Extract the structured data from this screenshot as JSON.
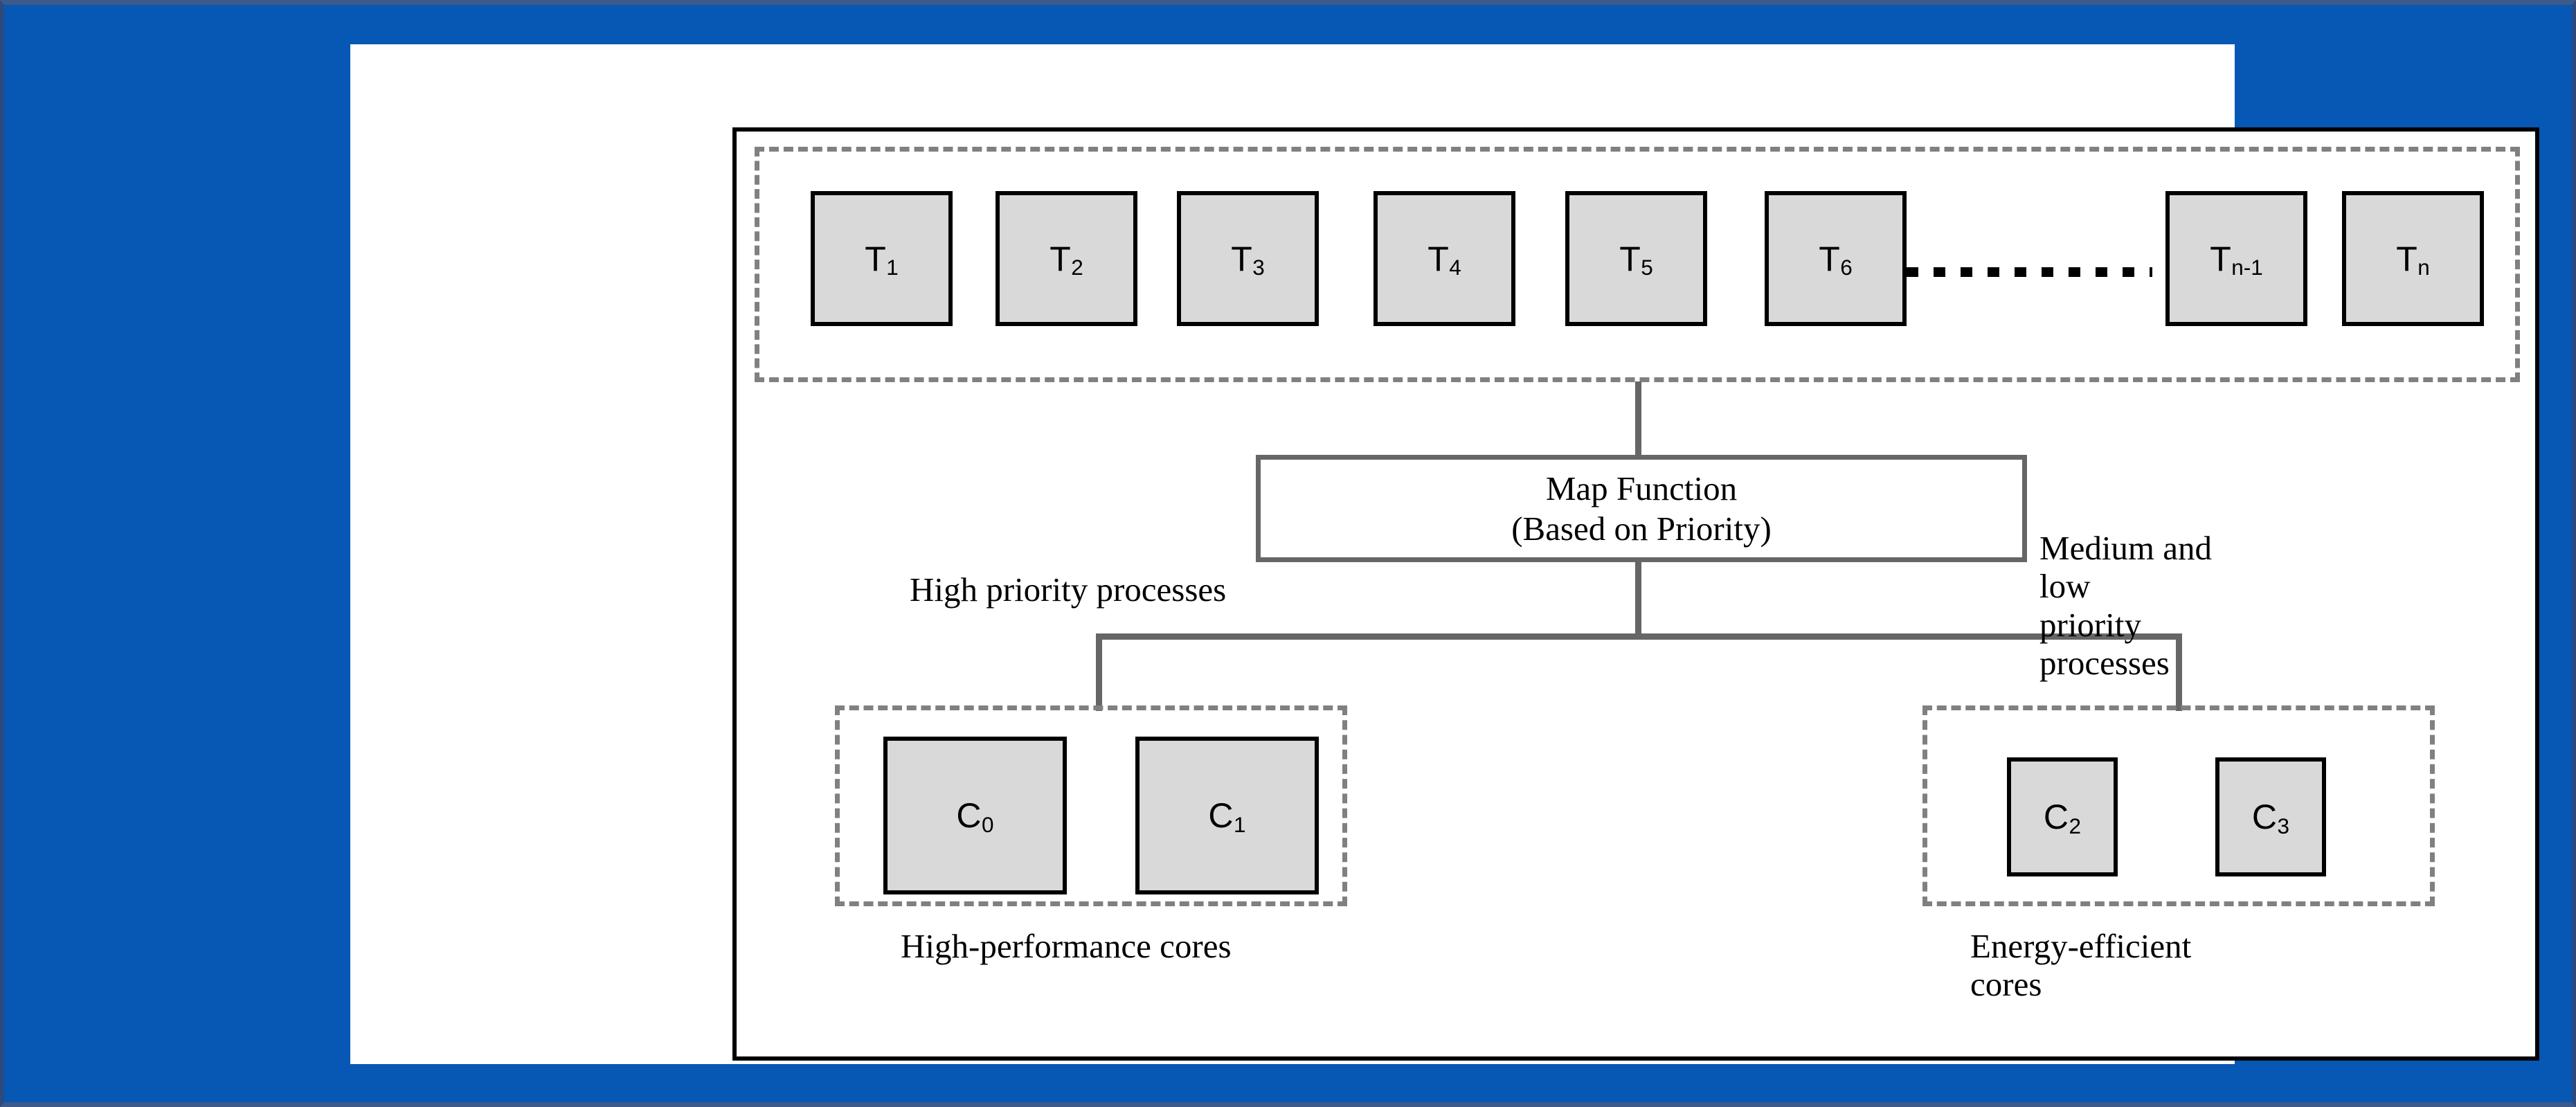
{
  "canvas": {
    "background_color": "#0757b5",
    "page_color": "#ffffff",
    "frame_color": "#000000",
    "dashed_color": "#808080",
    "block_fill": "#d9d9d9",
    "connector_color": "#666666"
  },
  "task_group": {
    "tasks": [
      {
        "label": "T",
        "sub": "1"
      },
      {
        "label": "T",
        "sub": "2"
      },
      {
        "label": "T",
        "sub": "3"
      },
      {
        "label": "T",
        "sub": "4"
      },
      {
        "label": "T",
        "sub": "5"
      },
      {
        "label": "T",
        "sub": "6"
      },
      {
        "label": "T",
        "sub": "n-1"
      },
      {
        "label": "T",
        "sub": "n"
      }
    ],
    "ellipsis": "............"
  },
  "map_function": {
    "line1": "Map Function",
    "line2": "(Based on Priority)"
  },
  "annotations": {
    "left_branch": "High priority processes",
    "right_branch": "Medium and low\npriority processes"
  },
  "core_groups": [
    {
      "id": "high-performance",
      "caption": "High-performance cores",
      "cores": [
        {
          "label": "C",
          "sub": "0"
        },
        {
          "label": "C",
          "sub": "1"
        }
      ]
    },
    {
      "id": "energy-efficient",
      "caption": "Energy-efficient cores",
      "cores": [
        {
          "label": "C",
          "sub": "2"
        },
        {
          "label": "C",
          "sub": "3"
        }
      ]
    }
  ]
}
